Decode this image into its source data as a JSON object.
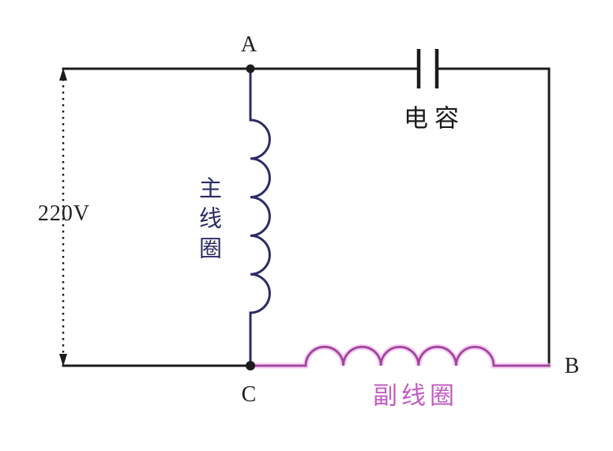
{
  "circuit": {
    "source": {
      "voltage_label": "220V"
    },
    "nodes": {
      "top_label": "A",
      "right_label": "B",
      "bottom_label": "C"
    },
    "capacitor": {
      "label": "电容"
    },
    "main_coil": {
      "label": "主线圈"
    },
    "secondary_coil": {
      "label": "副线圈"
    },
    "colors": {
      "wire": "#1c1c1c",
      "main_coil": "#2c2c66",
      "secondary_coil_core": "#a0459c",
      "secondary_coil_glow": "#f0b2ea"
    }
  }
}
